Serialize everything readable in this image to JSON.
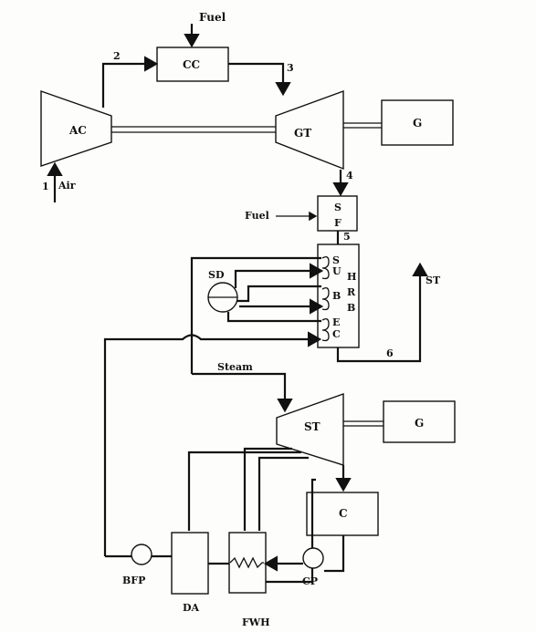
{
  "diagram": {
    "components": {
      "compressor": "AC",
      "combustion_chamber": "CC",
      "gas_turbine": "GT",
      "generator_top": "G",
      "supplementary_firing_top": "S",
      "supplementary_firing_bottom": "F",
      "steam_drum": "SD",
      "hrsg_h": "H",
      "hrsg_r": "R",
      "hrsg_b": "B",
      "superheater_s": "S",
      "superheater_u": "U",
      "boiler_b": "B",
      "economizer_e": "E",
      "economizer_c": "C",
      "steam_turbine": "ST",
      "generator_bottom": "G",
      "condenser": "C",
      "deaerator": "DA",
      "feedwater_heater": "FWH",
      "boiler_feed_pump": "BFP",
      "condensate_pump": "CP"
    },
    "streams": {
      "fuel_cc": "Fuel",
      "fuel_sf": "Fuel",
      "air": "Air",
      "steam": "Steam",
      "stack": "ST"
    },
    "state_points": {
      "p1": "1",
      "p2": "2",
      "p3": "3",
      "p4": "4",
      "p5": "5",
      "p6": "6"
    }
  }
}
